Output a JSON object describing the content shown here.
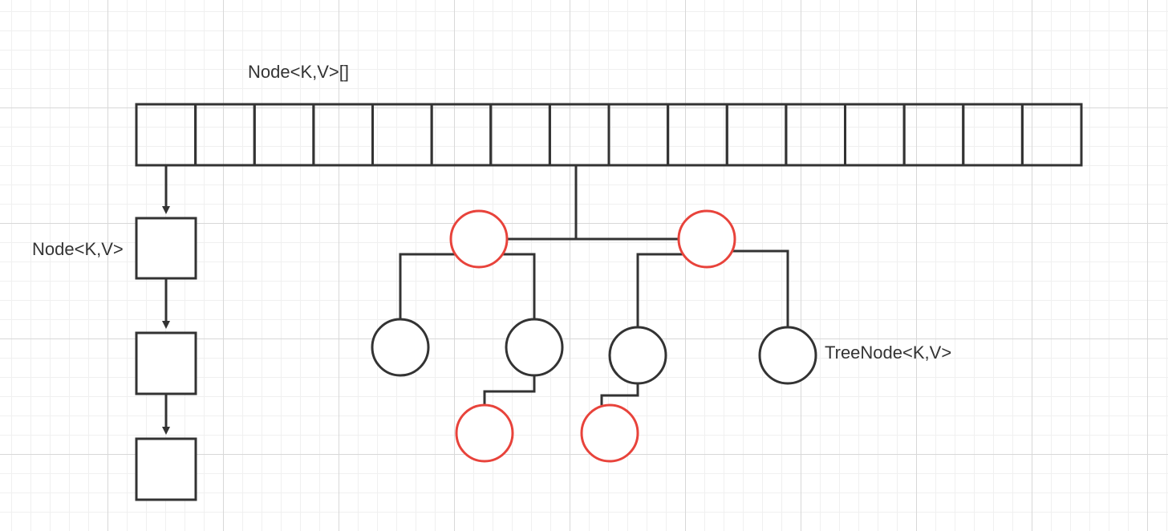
{
  "labels": {
    "array": "Node<K,V>[]",
    "list_node": "Node<K,V>",
    "tree_node": "TreeNode<K,V>"
  },
  "colors": {
    "line": "#333333",
    "red_node": "#e8433b",
    "black_node": "#333333"
  },
  "array": {
    "cell_count": 16
  },
  "linked_list": {
    "node_count": 3
  },
  "tree": {
    "nodes": [
      {
        "id": "r1",
        "color": "red"
      },
      {
        "id": "r2",
        "color": "red"
      },
      {
        "id": "b1",
        "color": "black"
      },
      {
        "id": "b2",
        "color": "black"
      },
      {
        "id": "b3",
        "color": "black"
      },
      {
        "id": "b4",
        "color": "black"
      },
      {
        "id": "r3",
        "color": "red"
      },
      {
        "id": "r4",
        "color": "red"
      }
    ]
  }
}
